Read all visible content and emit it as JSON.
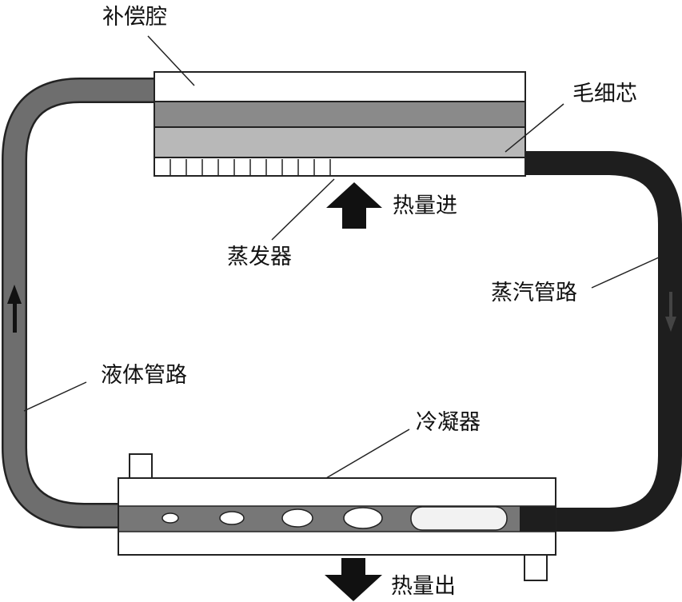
{
  "labels": {
    "compensation_chamber": "补偿腔",
    "wick": "毛细芯",
    "heat_in": "热量进",
    "evaporator": "蒸发器",
    "vapor_line": "蒸汽管路",
    "liquid_line": "液体管路",
    "condenser": "冷凝器",
    "heat_out": "热量出"
  },
  "colors": {
    "liquid": "#6e6e6e",
    "vapor": "#1e1e1e",
    "wick_dark": "#8a8a8a",
    "wick_light": "#b8b8b8",
    "outline": "#222222"
  }
}
